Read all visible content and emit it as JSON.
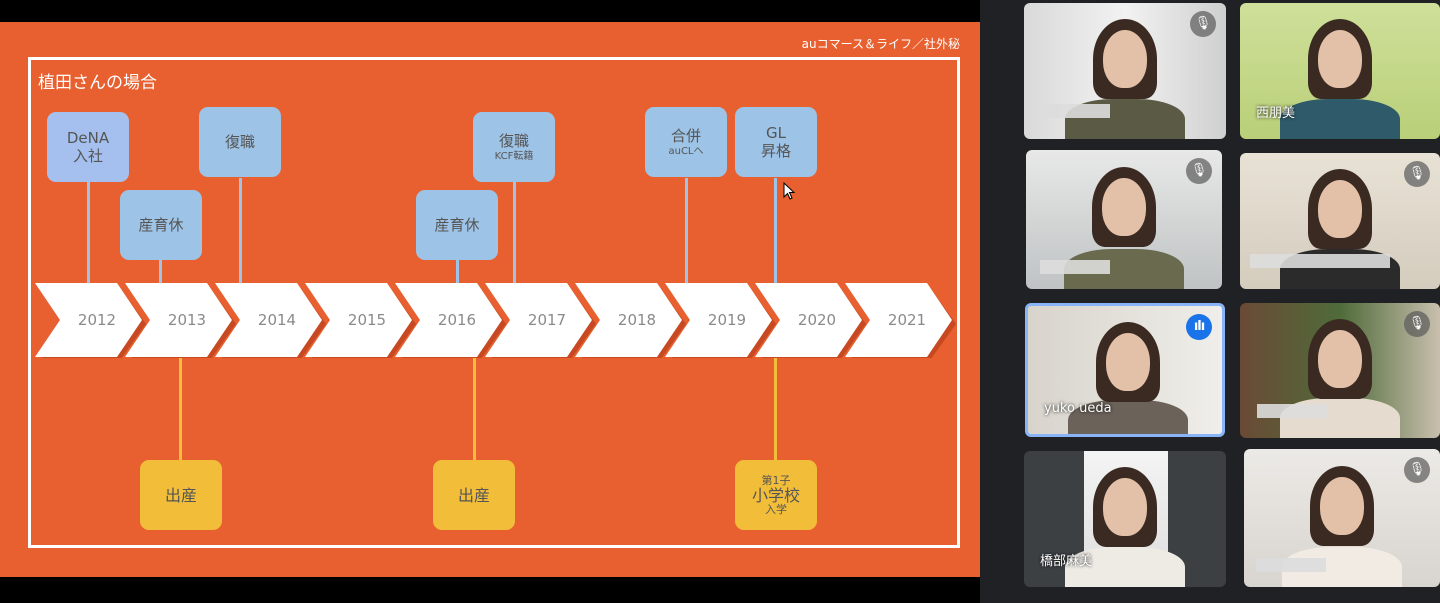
{
  "slide": {
    "confidential": "auコマース＆ライフ／社外秘",
    "title": "植田さんの場合",
    "years": [
      "2012",
      "2013",
      "2014",
      "2015",
      "2016",
      "2017",
      "2018",
      "2019",
      "2020",
      "2021"
    ],
    "career_events": [
      {
        "line1": "DeNA",
        "line2": "入社",
        "year": "2012"
      },
      {
        "line1": "産育休",
        "year": "2013"
      },
      {
        "line1": "復職",
        "year": "2014"
      },
      {
        "line1": "産育休",
        "year": "2016"
      },
      {
        "line1": "復職",
        "sub": "KCF転籍",
        "year": "2017"
      },
      {
        "line1": "合併",
        "sub": "auCLへ",
        "year": "2019"
      },
      {
        "line1": "GL",
        "line2": "昇格",
        "year": "2020"
      }
    ],
    "life_events": [
      {
        "line1": "出産",
        "year": "2013"
      },
      {
        "line1": "出産",
        "year": "2016"
      },
      {
        "sub1": "第1子",
        "line1": "小学校",
        "sub2": "入学",
        "year": "2020"
      }
    ],
    "colors": {
      "background": "#E8602F",
      "career": "#9DC3E6",
      "life": "#F2BE3A"
    }
  },
  "participants": [
    {
      "name": "",
      "muted": true
    },
    {
      "name": "西朋美",
      "muted": false
    },
    {
      "name": "",
      "muted": true
    },
    {
      "name": "",
      "muted": true
    },
    {
      "name": "yuko ueda",
      "speaking": true
    },
    {
      "name": "",
      "muted": true
    },
    {
      "name": "橋部麻美",
      "muted": false
    },
    {
      "name": "",
      "muted": true
    }
  ]
}
